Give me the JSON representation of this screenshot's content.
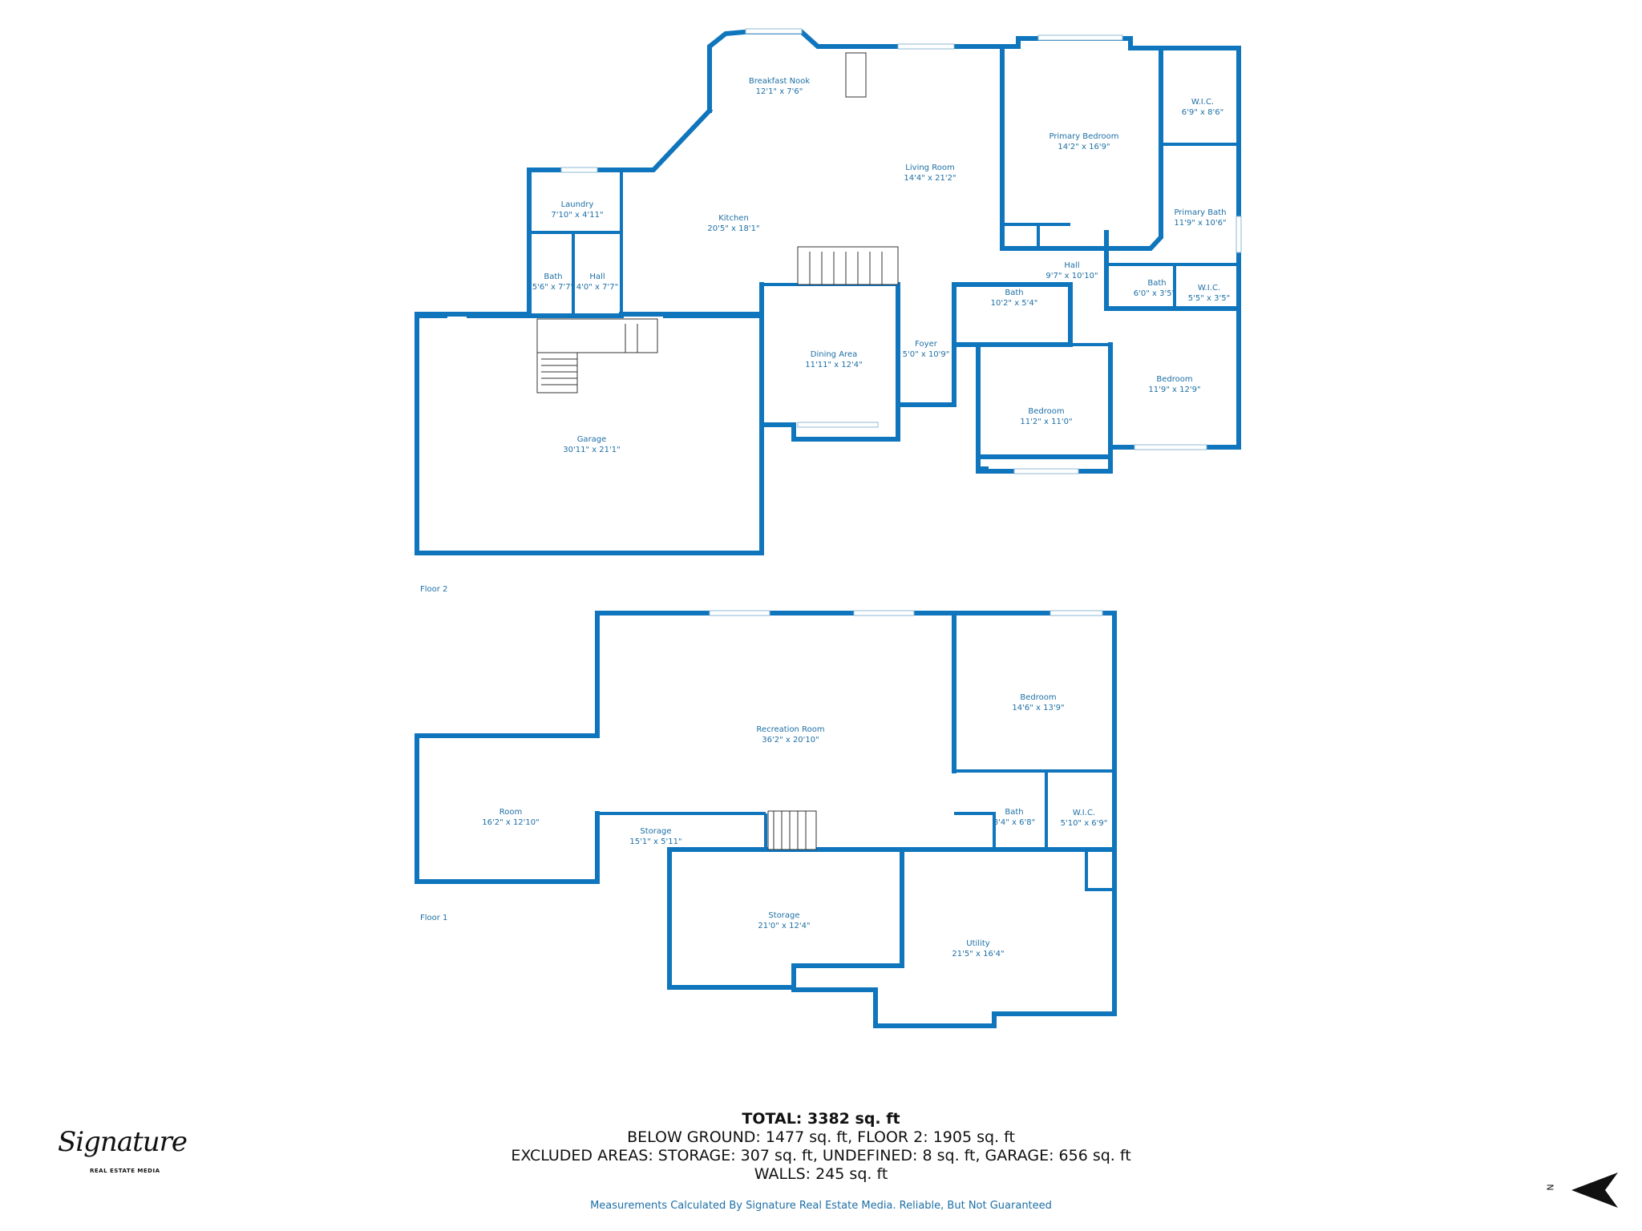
{
  "floors": [
    {
      "label": "Floor 2",
      "rooms": [
        {
          "name": "Breakfast Nook",
          "dims": "12'1\" x 7'6\""
        },
        {
          "name": "Living Room",
          "dims": "14'4\" x 21'2\""
        },
        {
          "name": "Primary Bedroom",
          "dims": "14'2\" x 16'9\""
        },
        {
          "name": "W.I.C.",
          "dims": "6'9\" x 8'6\""
        },
        {
          "name": "Laundry",
          "dims": "7'10\" x 4'11\""
        },
        {
          "name": "Kitchen",
          "dims": "20'5\" x 18'1\""
        },
        {
          "name": "Primary Bath",
          "dims": "11'9\" x 10'6\""
        },
        {
          "name": "Hall",
          "dims": "9'7\" x 10'10\""
        },
        {
          "name": "Bath",
          "dims": "5'6\" x 7'7\""
        },
        {
          "name": "Hall",
          "dims": "4'0\" x 7'7\""
        },
        {
          "name": "Bath",
          "dims": "10'2\" x 5'4\""
        },
        {
          "name": "Bath",
          "dims": "6'0\" x 3'5\""
        },
        {
          "name": "W.I.C.",
          "dims": "5'5\" x 3'5\""
        },
        {
          "name": "Dining Area",
          "dims": "11'11\" x 12'4\""
        },
        {
          "name": "Foyer",
          "dims": "5'0\" x 10'9\""
        },
        {
          "name": "Bedroom",
          "dims": "11'9\" x 12'9\""
        },
        {
          "name": "Bedroom",
          "dims": "11'2\" x 11'0\""
        },
        {
          "name": "Garage",
          "dims": "30'11\" x 21'1\""
        }
      ]
    },
    {
      "label": "Floor 1",
      "rooms": [
        {
          "name": "Bedroom",
          "dims": "14'6\" x 13'9\""
        },
        {
          "name": "Recreation Room",
          "dims": "36'2\" x 20'10\""
        },
        {
          "name": "Room",
          "dims": "16'2\" x 12'10\""
        },
        {
          "name": "Bath",
          "dims": "8'4\" x 6'8\""
        },
        {
          "name": "W.I.C.",
          "dims": "5'10\" x 6'9\""
        },
        {
          "name": "Storage",
          "dims": "15'1\" x 5'11\""
        },
        {
          "name": "Storage",
          "dims": "21'0\" x 12'4\""
        },
        {
          "name": "Utility",
          "dims": "21'5\" x 16'4\""
        }
      ]
    }
  ],
  "totals": {
    "total": "TOTAL: 3382 sq. ft",
    "line1": "BELOW GROUND: 1477 sq. ft, FLOOR 2: 1905 sq. ft",
    "line2": "EXCLUDED AREAS: STORAGE: 307 sq. ft, UNDEFINED: 8 sq. ft, GARAGE: 656 sq. ft",
    "line3": "WALLS: 245 sq. ft"
  },
  "disclaimer": "Measurements Calculated By Signature Real Estate Media. Reliable, But Not Guaranteed",
  "logo": {
    "script": "Signature",
    "sub": "REAL ESTATE MEDIA"
  },
  "compass": {
    "label": "N",
    "icon": "north-arrow-icon"
  },
  "colors": {
    "wall": "#0f75bc",
    "label": "#1d6fa5",
    "background": "#ffffff"
  }
}
